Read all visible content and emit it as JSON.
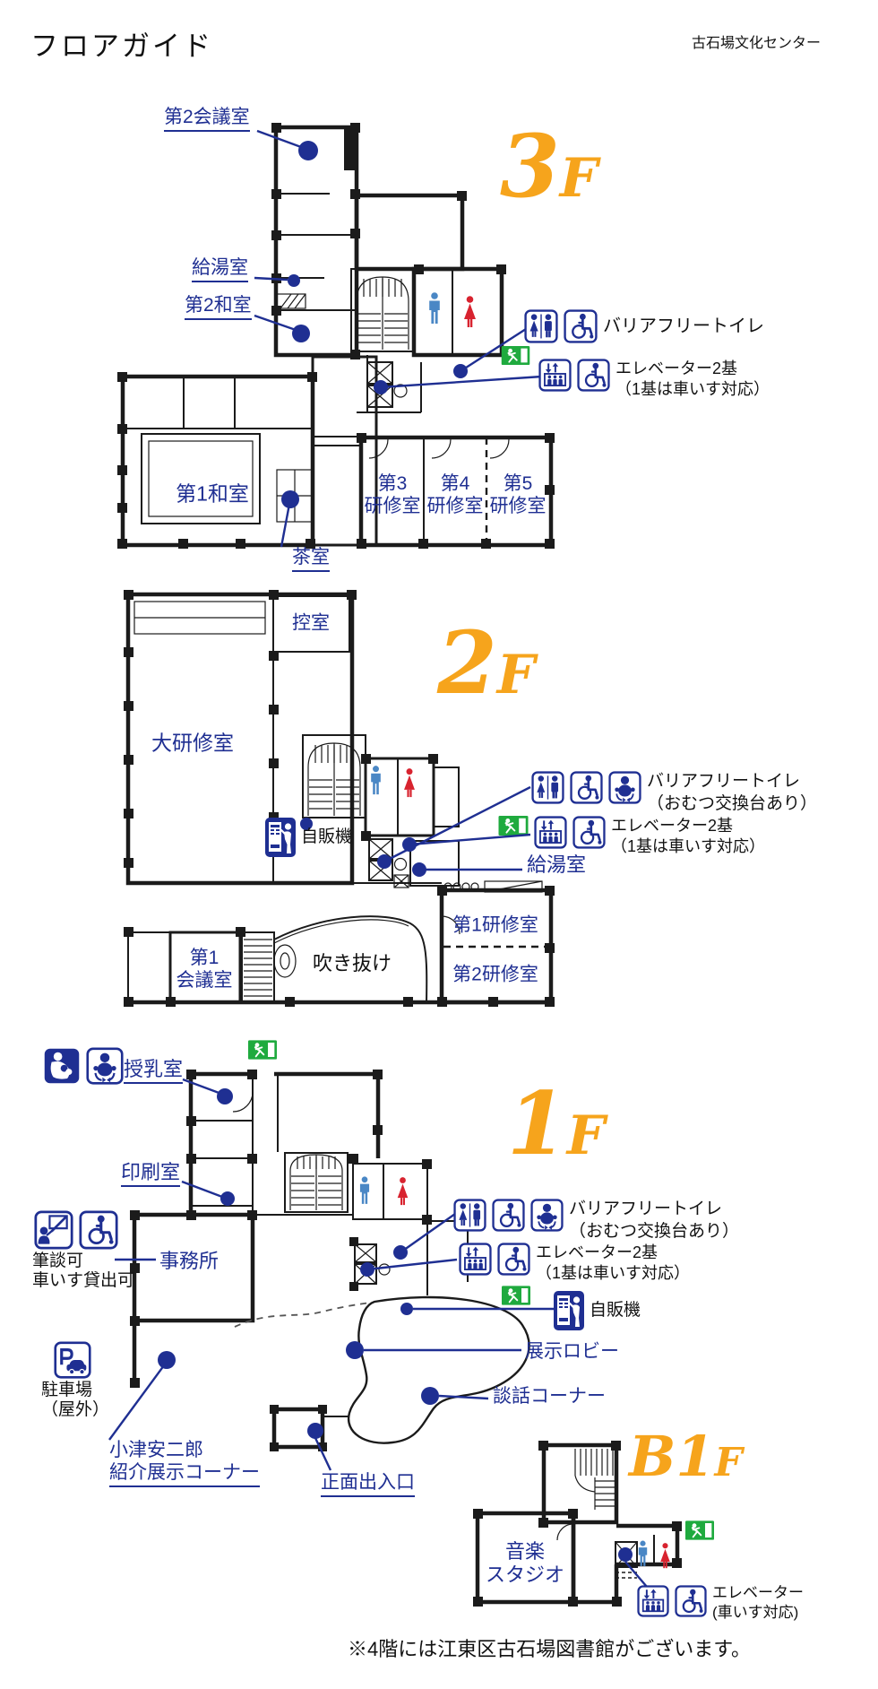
{
  "header": {
    "title": "フロアガイド",
    "facility_name": "古石場文化センター"
  },
  "footnote": "※4階には江東区古石場図書館がございます。",
  "floor3": {
    "number": "3",
    "suffix": "F",
    "meeting2": "第2会議室",
    "kitchen": "給湯室",
    "washitsu2": "第2和室",
    "tea": "茶室",
    "washitsu1": "第1和室",
    "training3": "第3\n研修室",
    "training4": "第4\n研修室",
    "training5": "第5\n研修室",
    "bf_toilet": "バリアフリートイレ",
    "elevator": "エレベーター2基\n（1基は車いす対応）"
  },
  "floor2": {
    "number": "2",
    "suffix": "F",
    "anteroom": "控室",
    "large_training": "大研修室",
    "vending": "自販機",
    "bf_toilet": "バリアフリートイレ\n（おむつ交換台あり）",
    "elevator": "エレベーター2基\n（1基は車いす対応）",
    "kitchen": "給湯室",
    "meeting1": "第1\n会議室",
    "atrium": "吹き抜け",
    "training1": "第1研修室",
    "training2": "第2研修室"
  },
  "floor1": {
    "number": "1",
    "suffix": "F",
    "nursing": "授乳室",
    "print": "印刷室",
    "office": "事務所",
    "services": "筆談可\n車いす貸出可",
    "bf_toilet": "バリアフリートイレ\n（おむつ交換台あり）",
    "elevator": "エレベーター2基\n（1基は車いす対応）",
    "vending": "自販機",
    "lobby": "展示ロビー",
    "lounge": "談話コーナー",
    "parking": "駐車場\n（屋外）",
    "ozu": "小津安二郎\n紹介展示コーナー",
    "entrance": "正面出入口"
  },
  "floorb1": {
    "number": "B1",
    "suffix": "F",
    "music": "音楽\nスタジオ",
    "elevator": "エレベーター\n(車いす対応)"
  },
  "colors": {
    "accent_blue": "#1f2f92",
    "floor_orange": "#f6a41c",
    "exit_green": "#1faa3e",
    "man_blue": "#4a87c5",
    "woman_red": "#d8232f",
    "wall_black": "#1b1b1b"
  },
  "icons": {
    "restroom": "male-female-toilet",
    "wheelchair": "wheelchair-access",
    "baby": "diaper-change",
    "elevator": "elevator-updown",
    "exit": "emergency-exit",
    "nursing": "nursing-room",
    "writing": "written-communication",
    "parking": "parking-car",
    "vending": "vending-machine",
    "man": "man-pictogram",
    "woman": "woman-pictogram"
  }
}
